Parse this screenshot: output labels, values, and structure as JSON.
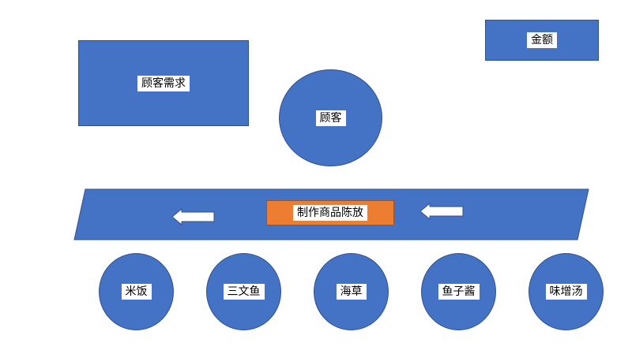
{
  "colors": {
    "shape_fill": "#4472C4",
    "shape_stroke": "#2F528F",
    "highlight_fill": "#ED7D31",
    "label_bg": "#ffffff",
    "arrow_fill": "#ffffff"
  },
  "nodes": {
    "customer_needs": "顾客需求",
    "customer": "顾客",
    "amount": "金额",
    "conveyor": "制作商品陈放"
  },
  "foods": [
    {
      "label": "米饭"
    },
    {
      "label": "三文鱼"
    },
    {
      "label": "海草"
    },
    {
      "label": "鱼子酱"
    },
    {
      "label": "味增汤"
    }
  ],
  "icons": {
    "left_arrow_1": "arrow-left-icon",
    "left_arrow_2": "arrow-left-icon"
  }
}
